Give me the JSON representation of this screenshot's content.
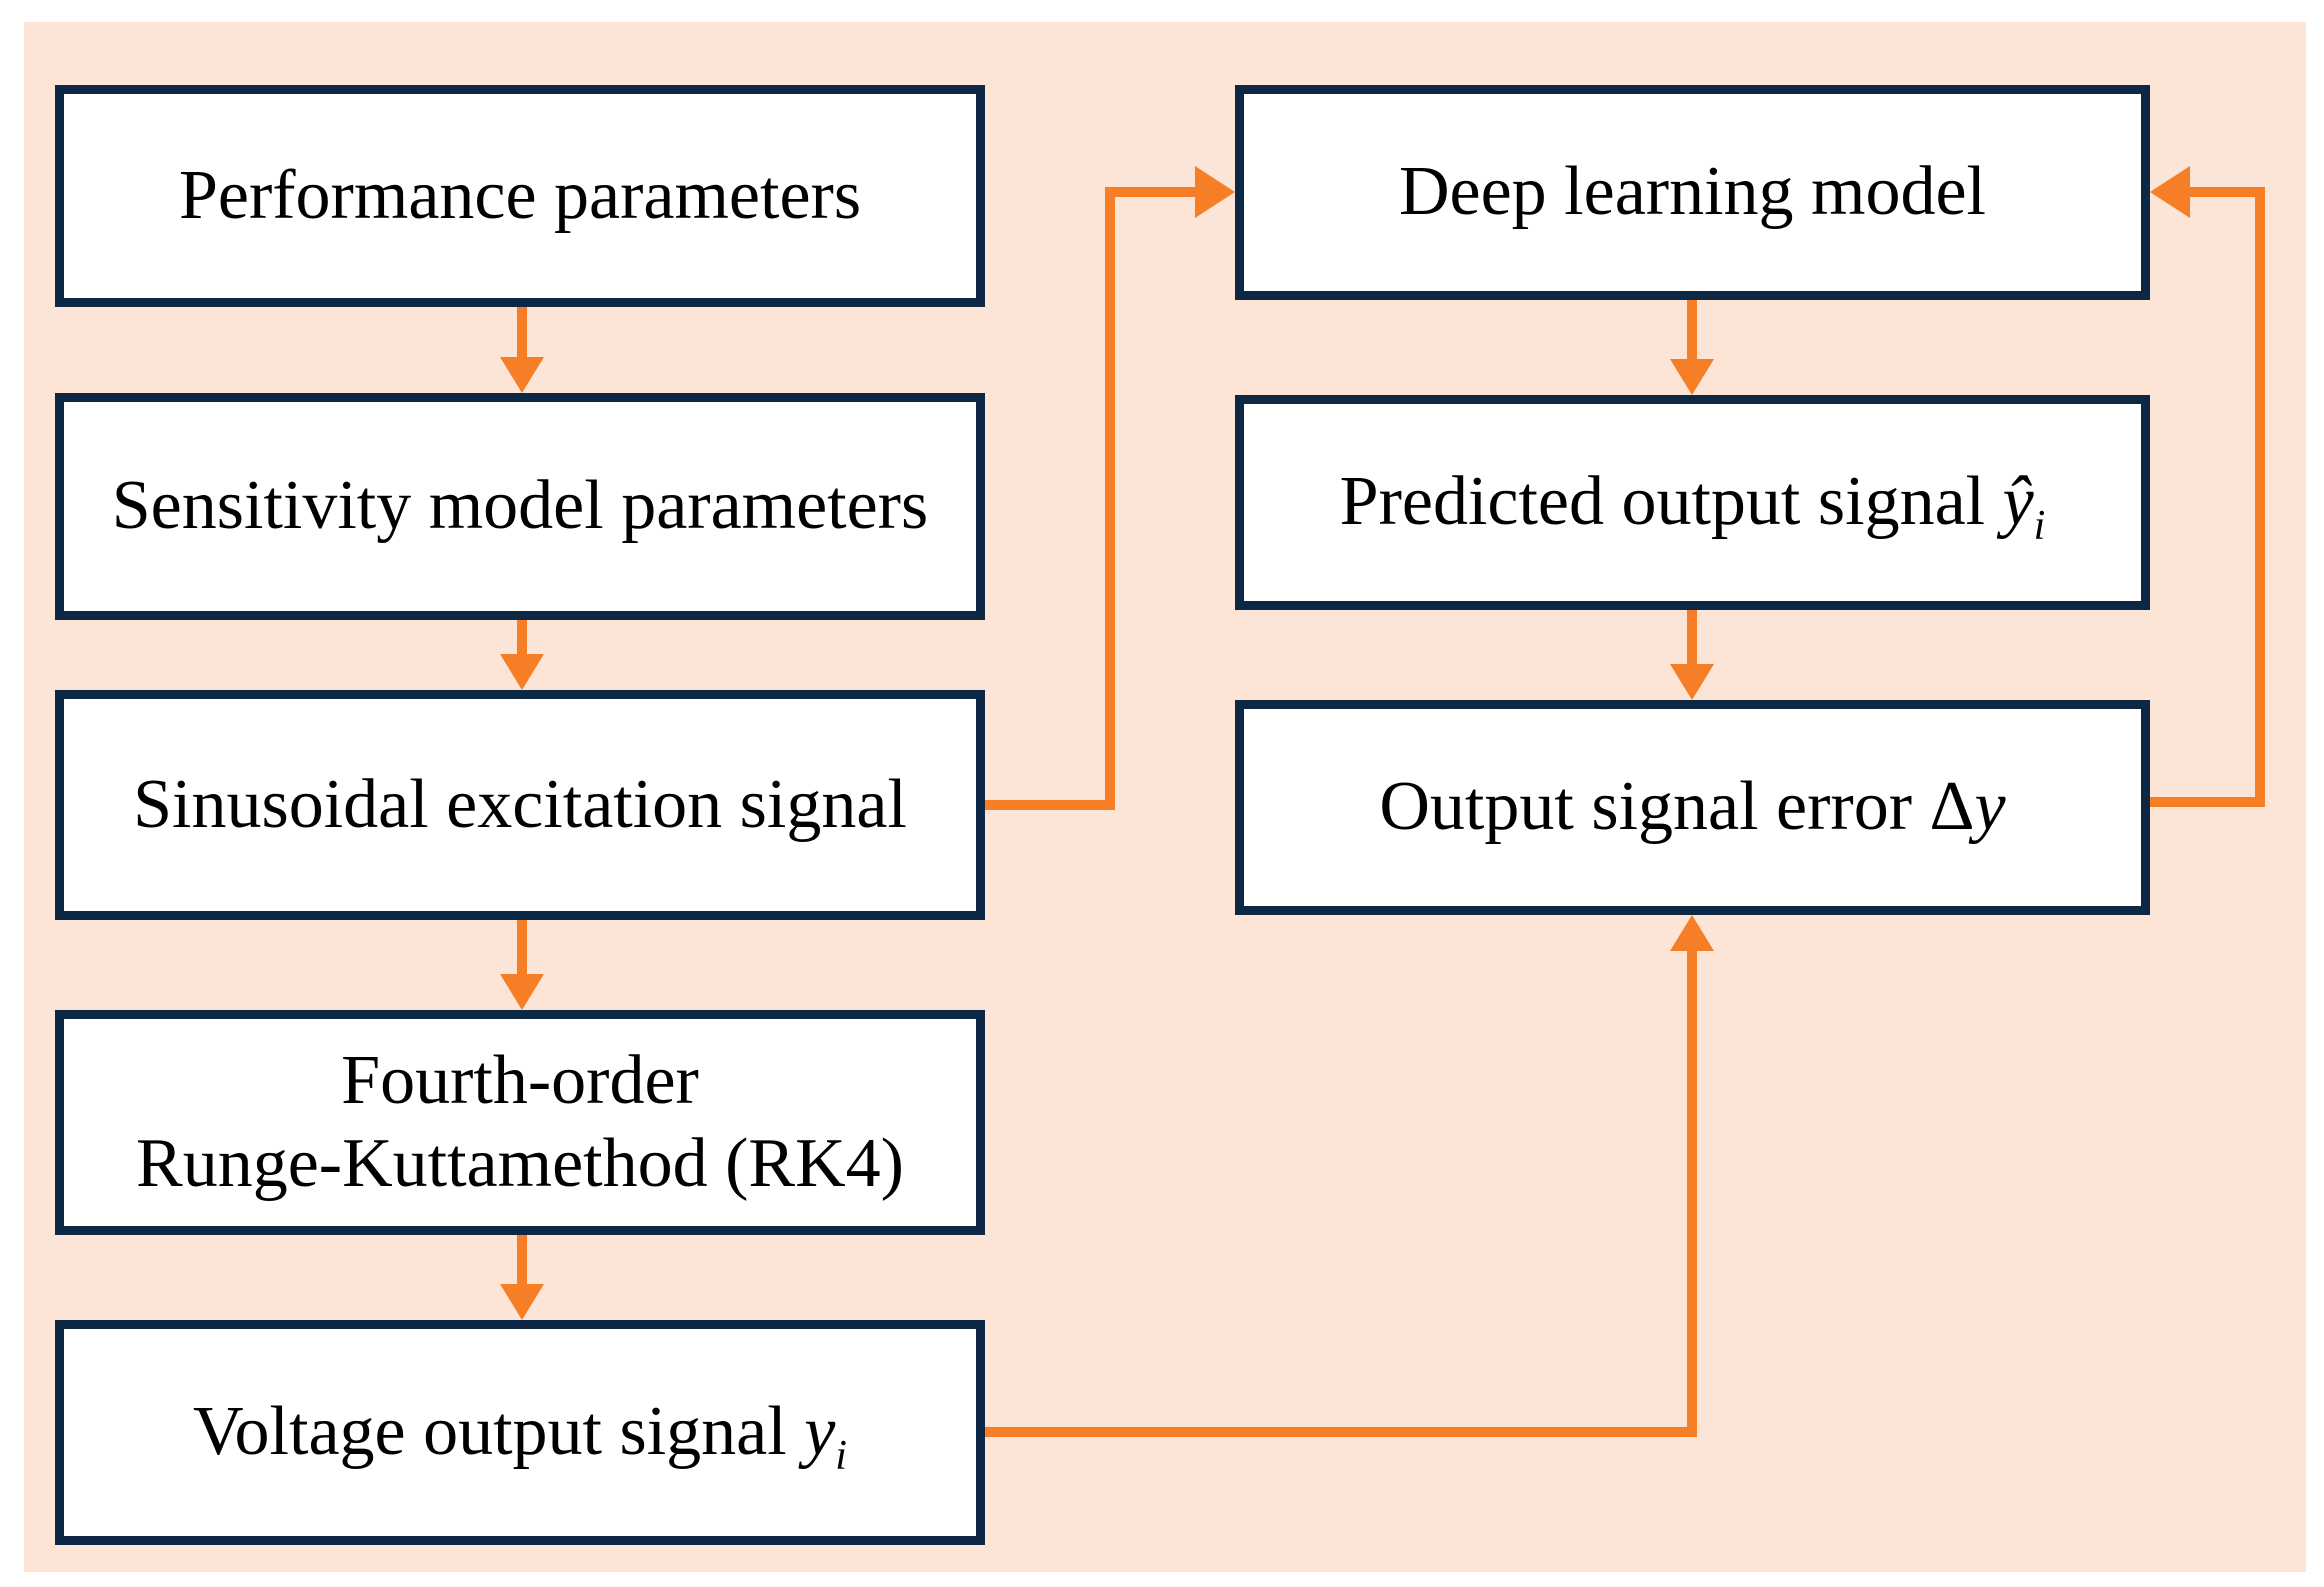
{
  "diagram": {
    "colors": {
      "background": "#FCE5D7",
      "box_border": "#0D2845",
      "box_fill": "#FFFFFF",
      "arrow": "#F57E27",
      "text": "#000000"
    },
    "boxes": {
      "performance": {
        "label": "Performance parameters"
      },
      "sensitivity": {
        "label": "Sensitivity model parameters"
      },
      "sinusoidal": {
        "label": "Sinusoidal excitation signal"
      },
      "rk4": {
        "line1": "Fourth-order",
        "line2": "Runge-Kuttamethod (RK4)"
      },
      "voltage": {
        "pre": "Voltage output signal ",
        "var": "y",
        "sub": "i"
      },
      "deep": {
        "label": "Deep learning model"
      },
      "predicted": {
        "pre": "Predicted output signal ",
        "var": "ŷ",
        "sub": "i"
      },
      "error": {
        "pre": "Output signal error ",
        "delta": "Δ",
        "var": "y"
      }
    },
    "edges": [
      {
        "from": "Performance parameters",
        "to": "Sensitivity model parameters"
      },
      {
        "from": "Sensitivity model parameters",
        "to": "Sinusoidal excitation signal"
      },
      {
        "from": "Sinusoidal excitation signal",
        "to": "Fourth-order Runge-Kuttamethod (RK4)"
      },
      {
        "from": "Fourth-order Runge-Kuttamethod (RK4)",
        "to": "Voltage output signal yi"
      },
      {
        "from": "Sinusoidal excitation signal",
        "to": "Deep learning model"
      },
      {
        "from": "Deep learning model",
        "to": "Predicted output signal yi-hat"
      },
      {
        "from": "Predicted output signal yi-hat",
        "to": "Output signal error dy"
      },
      {
        "from": "Voltage output signal yi",
        "to": "Output signal error dy"
      },
      {
        "from": "Output signal error dy",
        "to": "Deep learning model"
      }
    ]
  }
}
